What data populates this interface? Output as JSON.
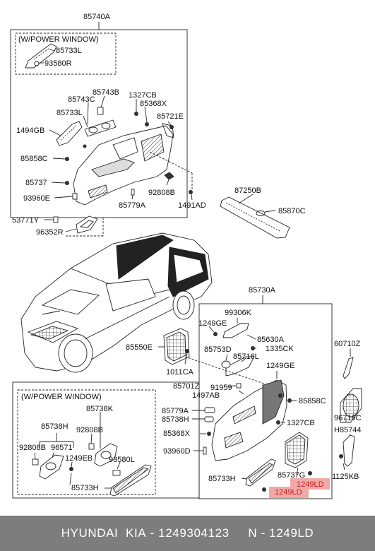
{
  "groups": {
    "left_top": "85740A",
    "right": "85730A",
    "left_window_title": "(W/POWER WINDOW)",
    "lower_window_title": "(W/POWER WINDOW)"
  },
  "labels": {
    "p85733L_a": "85733L",
    "p93580R": "93580R",
    "p85743C": "85743C",
    "p85743B": "85743B",
    "p1327CB_a": "1327CB",
    "p85368X_a": "85368X",
    "p85733L_b": "85733L",
    "p85721E": "85721E",
    "p1494GB": "1494GB",
    "p85858C_a": "85858C",
    "p85737": "85737",
    "p93960E": "93960E",
    "p92808B_a": "92808B",
    "p85779A_a": "85779A",
    "p1491AD": "1491AD",
    "p53771Y": "53771Y",
    "p96352R": "96352R",
    "p87250B": "87250B",
    "p85870C": "85870C",
    "p99306K": "99306K",
    "p1249GE_a": "1249GE",
    "p85630A": "85630A",
    "p85753D": "85753D",
    "p1335CK": "1335CK",
    "p85716L": "85716L",
    "p85550E": "85550E",
    "p60710Z": "60710Z",
    "p1011CA": "1011CA",
    "p1249GE_b": "1249GE",
    "p85701Z": "85701Z",
    "p91959": "91959",
    "p1497AB": "1497AB",
    "p85858C_b": "85858C",
    "p96716C": "96716C",
    "p85738K": "85738K",
    "p85779A_b": "85779A",
    "p85738H_a": "85738H",
    "p1327CB_b": "1327CB",
    "pH85744": "H85744",
    "p85738H_b": "85738H",
    "p92808B_b": "92808B",
    "p85368X_b": "85368X",
    "p92808B_c": "92808B",
    "p96571": "96571",
    "p93580L": "93580L",
    "p93960D": "93960D",
    "p1249EB": "1249EB",
    "p85733H_a": "85733H",
    "p85733H_b": "85733H",
    "p85737G": "85737G",
    "p1125KB": "1125KB",
    "p1249LD_a": "1249LD",
    "p1249LD_b": "1249LD"
  },
  "footer": {
    "brand": "HYUNDAI",
    "make": "KIA",
    "sep": "-",
    "partno": "1249304123",
    "n": "N",
    "code": "1249LD"
  },
  "colors": {
    "highlight_box": "#f0a8a8",
    "highlight_text": "#c81e1e",
    "footer_bg": "#7d7d7d",
    "line": "#222222",
    "part_dark": "#222222"
  }
}
